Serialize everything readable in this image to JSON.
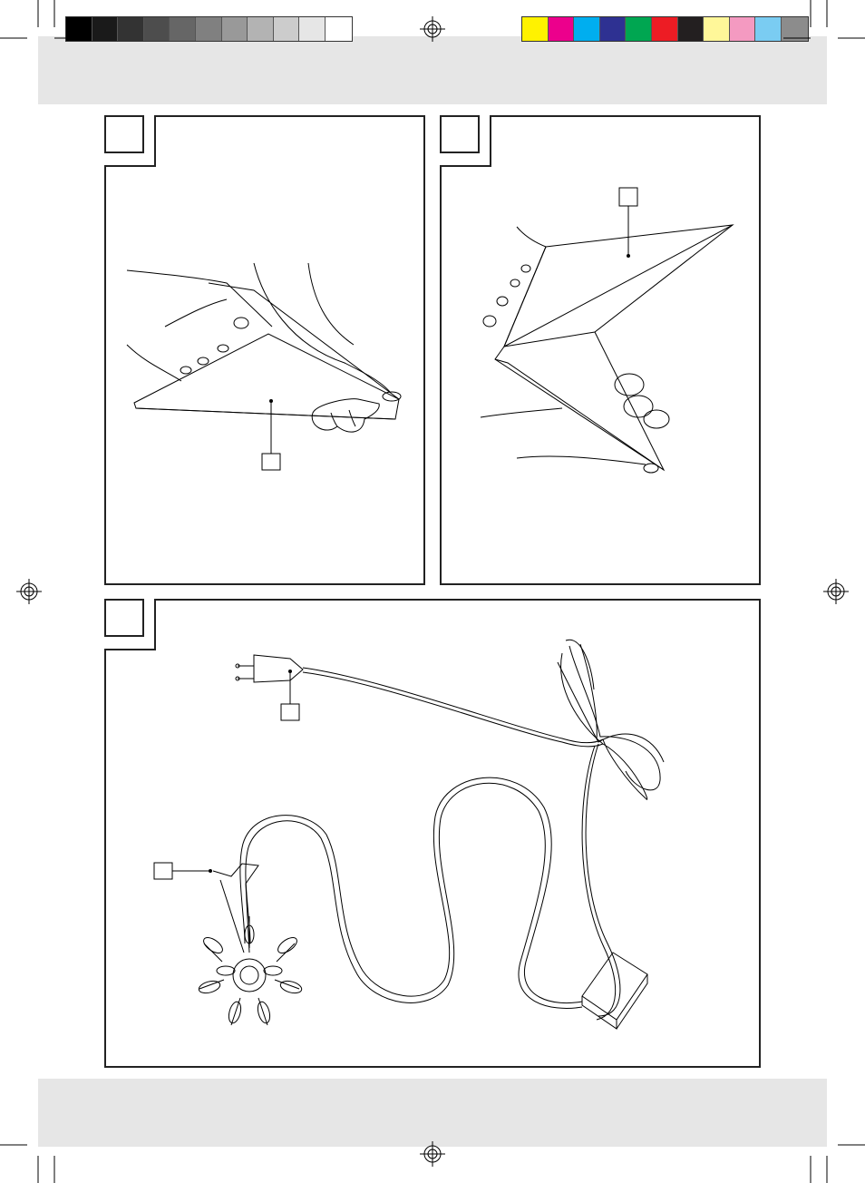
{
  "print_marks": {
    "grayscale_swatches": [
      "#000000",
      "#1a1a1a",
      "#333333",
      "#4d4d4d",
      "#666666",
      "#808080",
      "#999999",
      "#b3b3b3",
      "#cccccc",
      "#e6e6e6",
      "#ffffff"
    ],
    "color_swatches": [
      "#fff200",
      "#ec008c",
      "#00aeef",
      "#2e3192",
      "#00a651",
      "#ed1c24",
      "#231f20",
      "#fff799",
      "#f49ac1",
      "#7accf2",
      "#8c8c8c"
    ]
  },
  "panels": [
    {
      "id": "fig-1",
      "tab_label": "",
      "callout_label": ""
    },
    {
      "id": "fig-2",
      "tab_label": "",
      "callout_label": ""
    },
    {
      "id": "fig-3",
      "tab_label": "",
      "callout_labels": [
        "",
        ""
      ]
    }
  ]
}
